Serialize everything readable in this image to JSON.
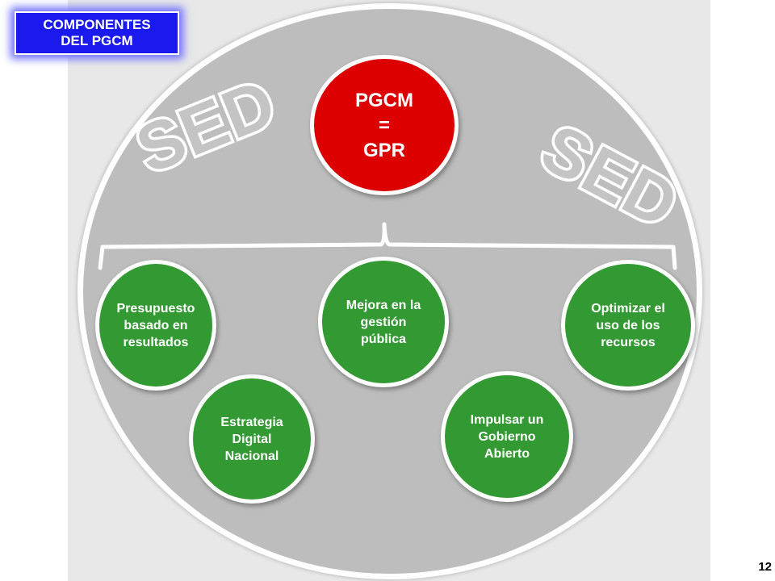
{
  "title": "COMPONENTES\nDEL PGCM",
  "watermark_left": "SED",
  "watermark_right": "SED",
  "center_node": "PGCM\n=\nGPR",
  "components": [
    "Presupuesto\nbasado en\nresultados",
    "Estrategia\nDigital\nNacional",
    "Mejora en la\ngestión\npública",
    "Impulsar un\nGobierno\nAbierto",
    "Optimizar el\nuso de los\nrecursos"
  ],
  "page_number": "12",
  "colors": {
    "title_bg": "#1a1aee",
    "center_node": "#dd0000",
    "component_nodes": "#339933",
    "ellipse": "#bdbdbd"
  }
}
